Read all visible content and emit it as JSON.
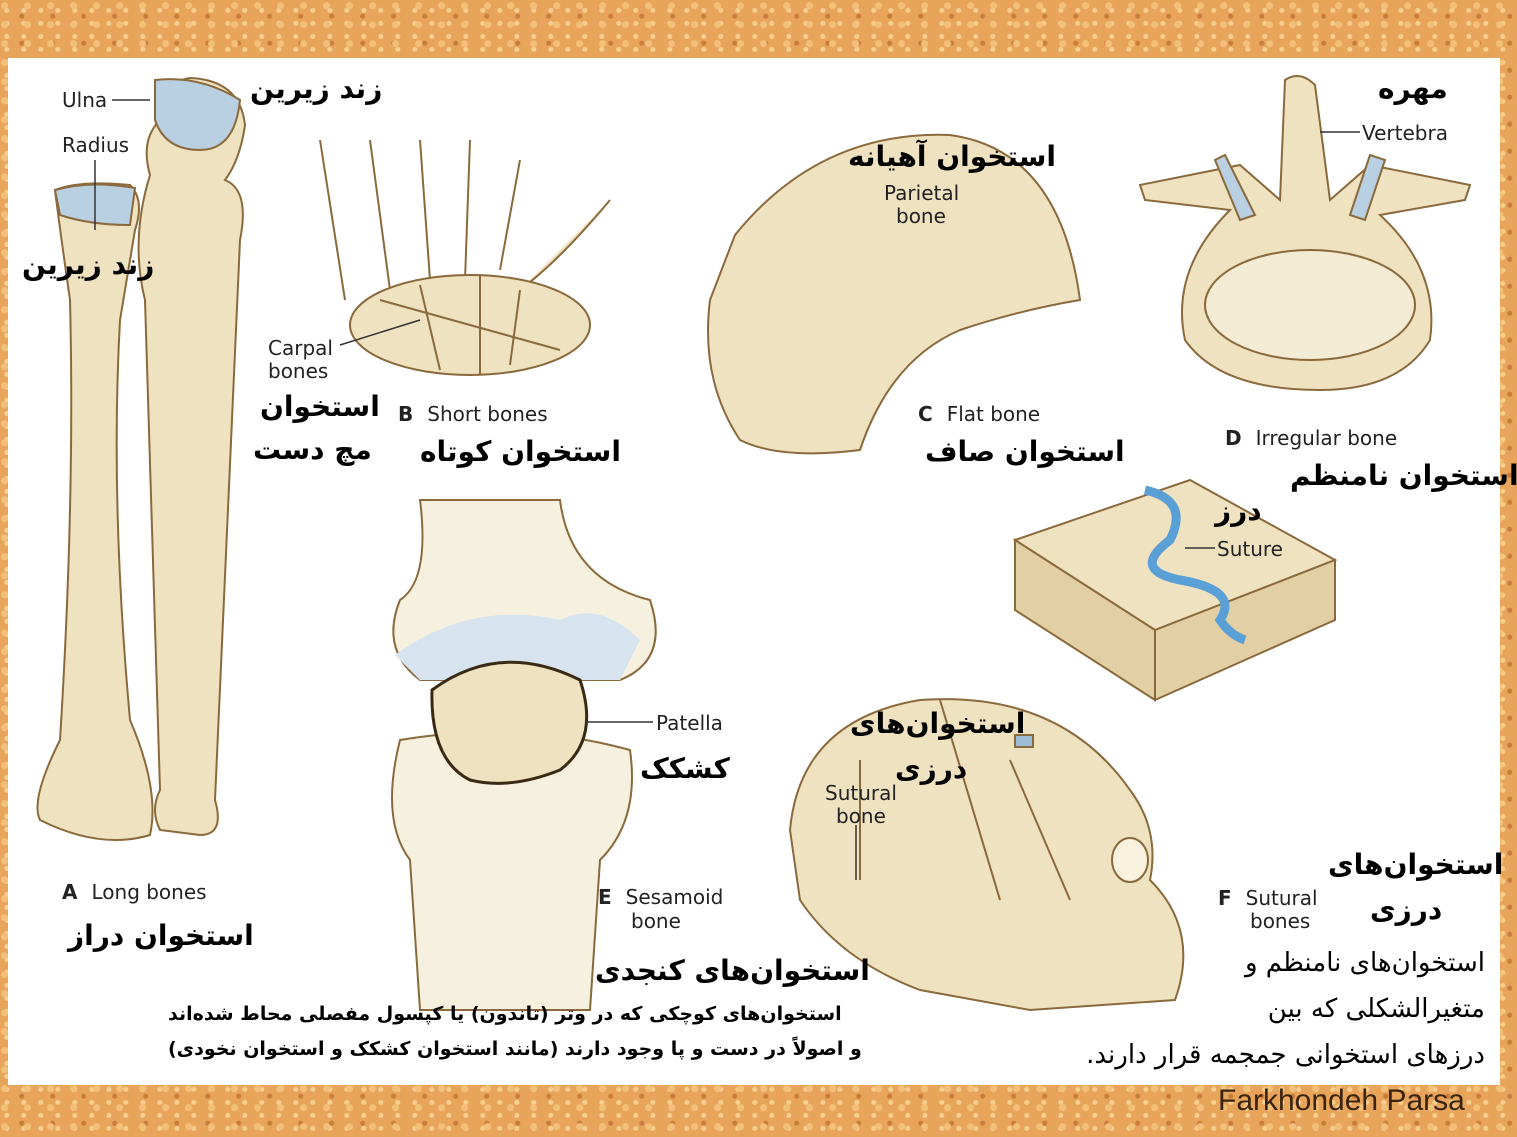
{
  "labels": {
    "ulna": "Ulna",
    "radius": "Radius",
    "ulna_fa": "زند زیرین",
    "radius_fa": "زند زیرین",
    "carpal_en_1": "Carpal",
    "carpal_en_2": "bones",
    "carpal_fa_1": "استخوان",
    "carpal_fa_2": "مچ دست",
    "short_letter": "B",
    "short_en": "Short bones",
    "short_fa": "استخوان کوتاه",
    "parietal_fa": "استخوان آهیانه",
    "parietal_en_1": "Parietal",
    "parietal_en_2": "bone",
    "flat_letter": "C",
    "flat_en": "Flat bone",
    "flat_fa": "استخوان صاف",
    "vertebra_fa": "مهره",
    "vertebra_en": "Vertebra",
    "irregular_letter": "D",
    "irregular_en": "Irregular bone",
    "irregular_fa": "استخوان نامنظم",
    "suture_fa": "درز",
    "suture_en": "Suture",
    "patella_en": "Patella",
    "patella_fa": "کشکک",
    "sesamoid_letter": "E",
    "sesamoid_en_1": "Sesamoid",
    "sesamoid_en_2": "bone",
    "sutural_skull_fa_1": "استخوان‌های",
    "sutural_skull_fa_2": "درزی",
    "sutural_bone_en_1": "Sutural",
    "sutural_bone_en_2": "bone",
    "long_letter": "A",
    "long_en": "Long bones",
    "long_fa": "استخوان دراز",
    "sesamoid_fa": "استخوان‌های کنجدی",
    "sesamoid_desc_1": "استخوان‌های کوچکی که در وتر (تاندون) یا کپسول مفصلی محاط شده‌اند",
    "sesamoid_desc_2": "و اصولاً در دست و پا وجود دارند (مانند استخوان کشکک و استخوان نخودی)",
    "sutural_letter": "F",
    "sutural_en_1": "Sutural",
    "sutural_en_2": "bones",
    "sutural_fa_1": "استخوان‌های",
    "sutural_fa_2": "درزی",
    "sutural_desc_1": "استخوان‌های نامنظم و",
    "sutural_desc_2": "متغیرالشکلی که بین",
    "sutural_desc_3": "درزهای استخوانی جمجمه قرار دارند."
  },
  "author": "Farkhondeh Parsa",
  "colors": {
    "bone": "#efe2c0",
    "bone_edge": "#8a6a3c",
    "cartilage": "#a9c3dc",
    "suture": "#5aa0d6",
    "frame": "#e8a45a"
  }
}
